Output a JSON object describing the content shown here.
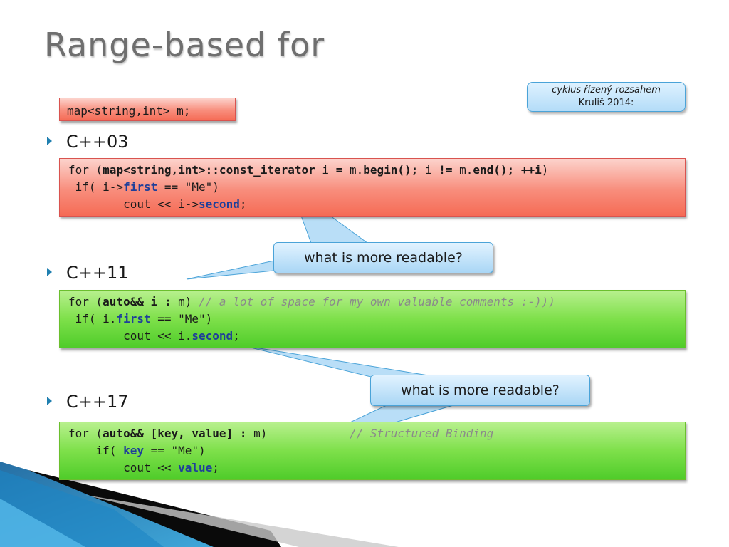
{
  "title": "Range-based for",
  "note": {
    "line1": "cyklus řízený rozsahem",
    "line2": "Kruliš 2014:"
  },
  "map_decl": "map<string,int> m;",
  "bullets": [
    "C++03",
    "C++11",
    "C++17"
  ],
  "callouts": [
    "what is more readable?",
    "what is more readable?"
  ],
  "code03": {
    "l1_a": "for (",
    "l1_b": "map<string,int>::const_iterator",
    "l1_c": " i ",
    "l1_d": "=",
    "l1_e": " m.",
    "l1_f": "begin();",
    "l1_g": " i ",
    "l1_h": "!=",
    "l1_i": " m.",
    "l1_j": "end();",
    "l1_k": " ",
    "l1_l": "++i",
    "l1_m": ")",
    "l2_a": " if( i->",
    "l2_b": "first",
    "l2_c": " == \"Me\")",
    "l3_a": "        cout << i->",
    "l3_b": "second",
    "l3_c": ";"
  },
  "code11": {
    "l1_a": "for (",
    "l1_b": "auto&& i :",
    "l1_c": " m) ",
    "l1_d": "// a lot of space for my own valuable comments :-)))",
    "l2_a": " if( i.",
    "l2_b": "first",
    "l2_c": " == \"Me\")",
    "l3_a": "        cout << i.",
    "l3_b": "second",
    "l3_c": ";"
  },
  "code17": {
    "l1_a": "for (",
    "l1_b": "auto&& [key, value] :",
    "l1_c": " m)            ",
    "l1_d": "// Structured Binding",
    "l2_a": "    if( ",
    "l2_b": "key",
    "l2_c": " == \"Me\")",
    "l3_a": "        cout << ",
    "l3_b": "value",
    "l3_c": ";"
  },
  "colors": {
    "title": "#6f6f6f",
    "keyword": "#1f3f9a",
    "comment": "#8a8a8a",
    "red_box": "#f88d7c",
    "green_box": "#7ee04a",
    "callout": "#a9d6f5"
  }
}
